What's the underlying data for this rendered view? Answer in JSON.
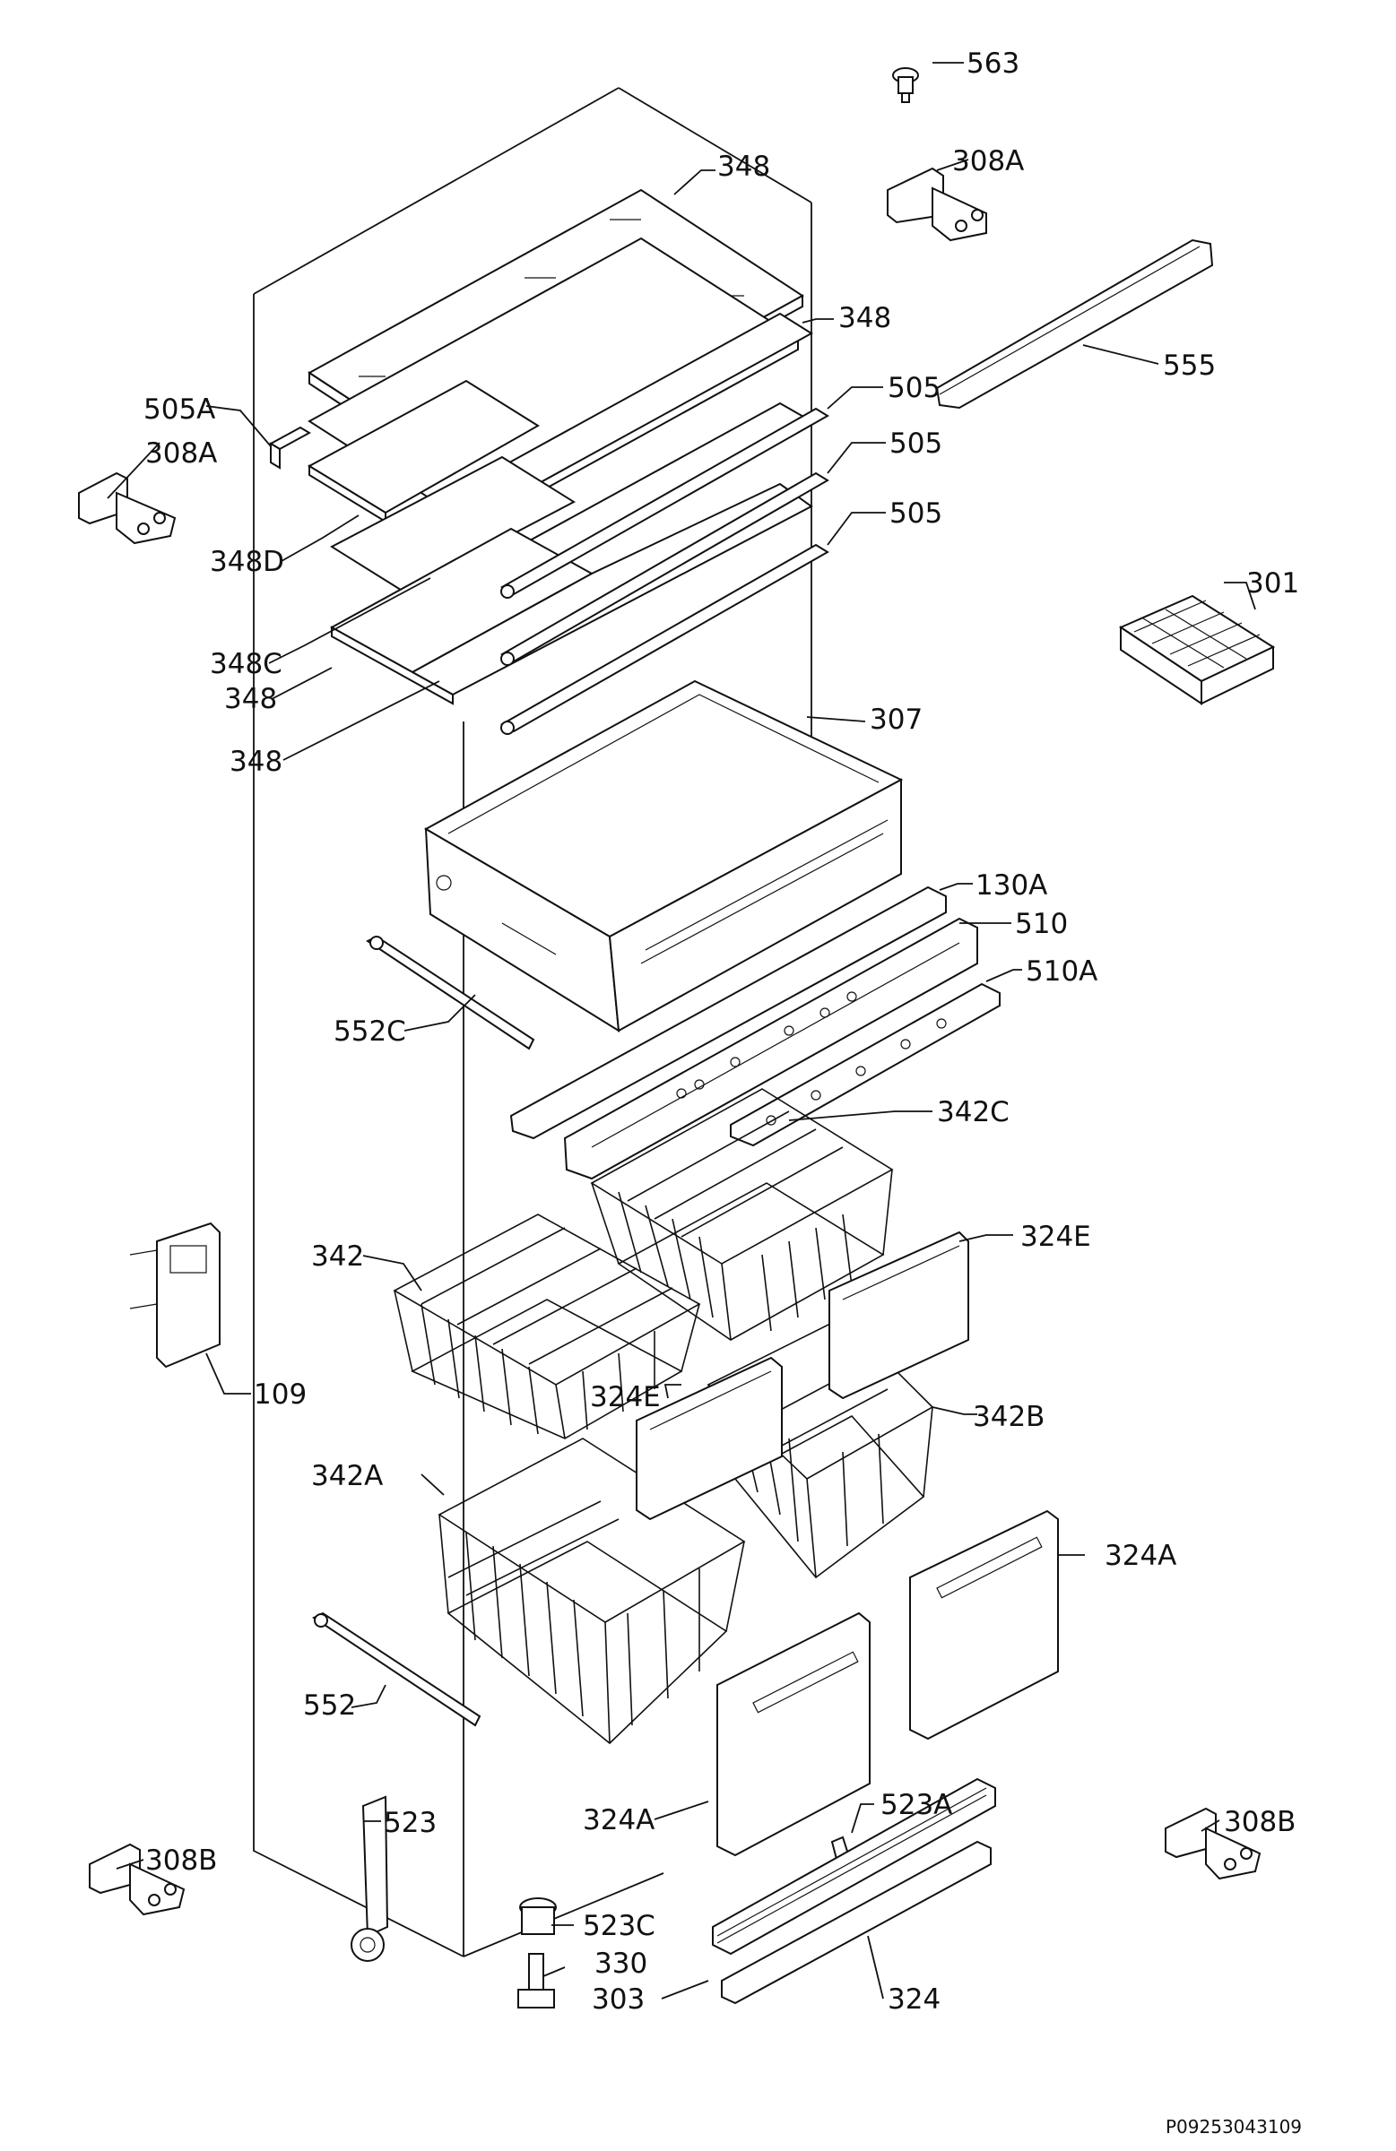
{
  "drawing_code": "P09253043109",
  "labels": {
    "l563": "563",
    "l308a_top": "308A",
    "l348_a": "348",
    "l348_b": "348",
    "l555": "555",
    "l505a": "505A",
    "l505_a": "505",
    "l505_b": "505",
    "l505_c": "505",
    "l308a_left": "308A",
    "l348d": "348D",
    "l348c": "348C",
    "l348_c": "348",
    "l348_d": "348",
    "l301": "301",
    "l307": "307",
    "l130a": "130A",
    "l510": "510",
    "l510a": "510A",
    "l552c": "552C",
    "l342c": "342C",
    "l324e_r": "324E",
    "l342": "342",
    "l324e_c": "324E",
    "l342b": "342B",
    "l109": "109",
    "l342a": "342A",
    "l324a_r": "324A",
    "l552": "552",
    "l523a": "523A",
    "l308b_r": "308B",
    "l324a_c": "324A",
    "l523": "523",
    "l308b_l": "308B",
    "l523c": "523C",
    "l330": "330",
    "l303": "303",
    "l324": "324"
  }
}
